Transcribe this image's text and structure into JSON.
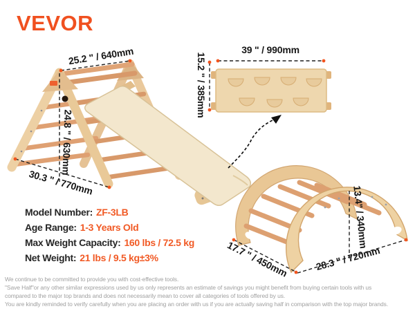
{
  "brand": {
    "logo_text": "VEVOR"
  },
  "colors": {
    "brand_orange": "#f0501f",
    "value_orange": "#f15a25",
    "dimension_marker_orange": "#f2551f",
    "wood_light": "#eed7ae",
    "dowel_salmon": "#dda071"
  },
  "dimensions": {
    "triangle_top": "25.2 \" / 640mm",
    "triangle_height": "24.8 \" / 630mm",
    "triangle_base": "30.3 \" / 770mm",
    "board_length": "39 \" / 990mm",
    "board_width": "15.2 \" / 385mm",
    "arch_height": "13.4\" / 340mm",
    "arch_depth": "17.7 \" / 450mm",
    "arch_width": "28.3 \" / 720mm"
  },
  "specs": [
    {
      "label": "Model Number:",
      "value": "ZF-3LB"
    },
    {
      "label": "Age Range:",
      "value": "1-3 Years Old"
    },
    {
      "label": "Max Weight Capacity:",
      "value": "160 lbs / 72.5 kg"
    },
    {
      "label": "Net Weight:",
      "value": "21 lbs / 9.5 kg±3%"
    }
  ],
  "disclaimer": {
    "lines": [
      "We continue to be committed to provide you with cost-effective tools.",
      "\"Save Half\"or any other similar expressions used by us only represents an estimate of savings you might benefit from buying certain tools with us",
      "compared to the major top brands and does not necessarily mean to cover all categories of tools offered by us.",
      "You are kindly reminded to verify carefully when you are placing an order with us if you are actually saving half in comparison with the top major brands."
    ]
  }
}
